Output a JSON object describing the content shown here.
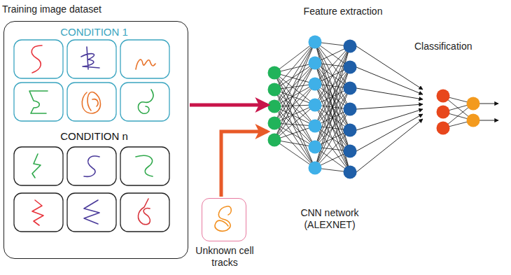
{
  "diagram": {
    "nodes": [
      {
        "text": [
          "Training image dataset",
          "CONDITION 1",
          "CONDITION n"
        ]
      },
      {
        "text": [
          "Unknown cell tracks"
        ]
      },
      {
        "text": [
          "Feature extraction",
          "CNN network (ALEXNET)"
        ]
      }
    ],
    "edges": [
      {
        "from": 0,
        "to": 2,
        "arrow": "to"
      },
      {
        "from": 1,
        "to": 2,
        "arrow": "to"
      }
    ],
    "labels": [
      "Classification"
    ]
  }
}
